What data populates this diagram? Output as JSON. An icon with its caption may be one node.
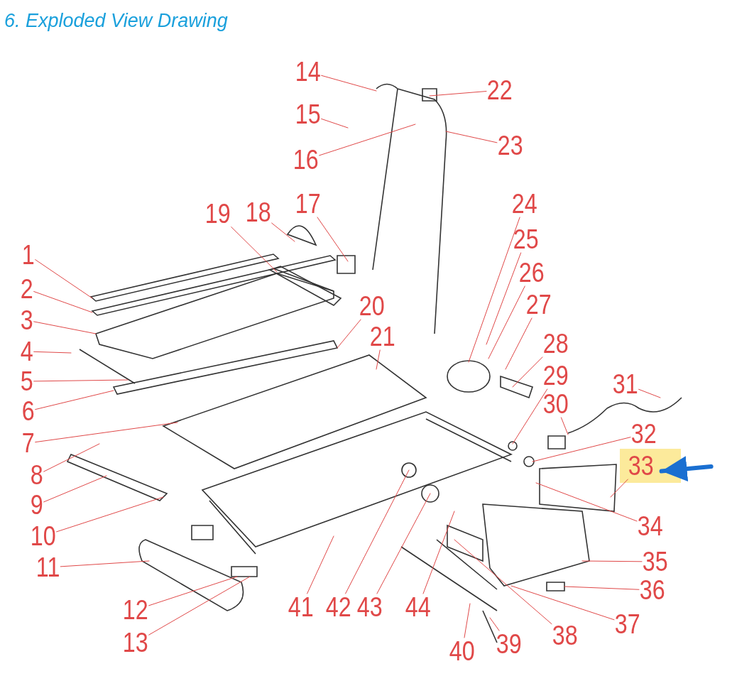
{
  "diagram": {
    "title": "6. Exploded View Drawing",
    "nodes": [
      {
        "text": [
          "1"
        ]
      },
      {
        "text": [
          "2"
        ]
      },
      {
        "text": [
          "3"
        ]
      },
      {
        "text": [
          "4"
        ]
      },
      {
        "text": [
          "5"
        ]
      },
      {
        "text": [
          "6"
        ]
      },
      {
        "text": [
          "7"
        ]
      },
      {
        "text": [
          "8"
        ]
      },
      {
        "text": [
          "9"
        ]
      },
      {
        "text": [
          "10"
        ]
      },
      {
        "text": [
          "11"
        ]
      },
      {
        "text": [
          "12"
        ]
      },
      {
        "text": [
          "13"
        ]
      },
      {
        "text": [
          "14"
        ]
      },
      {
        "text": [
          "15"
        ]
      },
      {
        "text": [
          "16"
        ]
      },
      {
        "text": [
          "17"
        ]
      },
      {
        "text": [
          "18"
        ]
      },
      {
        "text": [
          "19"
        ]
      },
      {
        "text": [
          "20"
        ]
      },
      {
        "text": [
          "21"
        ]
      },
      {
        "text": [
          "22"
        ]
      },
      {
        "text": [
          "23"
        ]
      },
      {
        "text": [
          "24"
        ]
      },
      {
        "text": [
          "25"
        ]
      },
      {
        "text": [
          "26"
        ]
      },
      {
        "text": [
          "27"
        ]
      },
      {
        "text": [
          "28"
        ]
      },
      {
        "text": [
          "29"
        ]
      },
      {
        "text": [
          "30"
        ]
      },
      {
        "text": [
          "31"
        ]
      },
      {
        "text": [
          "32"
        ]
      },
      {
        "text": [
          "33"
        ]
      },
      {
        "text": [
          "34"
        ]
      },
      {
        "text": [
          "35"
        ]
      },
      {
        "text": [
          "36"
        ]
      },
      {
        "text": [
          "37"
        ]
      },
      {
        "text": [
          "38"
        ]
      },
      {
        "text": [
          "39"
        ]
      },
      {
        "text": [
          "40"
        ]
      },
      {
        "text": [
          "41"
        ]
      },
      {
        "text": [
          "42"
        ]
      },
      {
        "text": [
          "43"
        ]
      },
      {
        "text": [
          "44"
        ]
      }
    ],
    "edges": [
      {
        "from": 0,
        "to": null,
        "arrow": "none"
      },
      {
        "from": 1,
        "to": null,
        "arrow": "none"
      },
      {
        "from": 2,
        "to": null,
        "arrow": "none"
      },
      {
        "from": 3,
        "to": null,
        "arrow": "none"
      },
      {
        "from": 4,
        "to": null,
        "arrow": "none"
      },
      {
        "from": 5,
        "to": null,
        "arrow": "none"
      },
      {
        "from": 6,
        "to": null,
        "arrow": "none"
      },
      {
        "from": 7,
        "to": null,
        "arrow": "none"
      },
      {
        "from": 8,
        "to": null,
        "arrow": "none"
      },
      {
        "from": 9,
        "to": null,
        "arrow": "none"
      },
      {
        "from": 10,
        "to": null,
        "arrow": "none"
      },
      {
        "from": 11,
        "to": null,
        "arrow": "none"
      },
      {
        "from": 12,
        "to": null,
        "arrow": "none"
      },
      {
        "from": 13,
        "to": null,
        "arrow": "none"
      },
      {
        "from": 14,
        "to": null,
        "arrow": "none"
      },
      {
        "from": 15,
        "to": null,
        "arrow": "none"
      },
      {
        "from": 16,
        "to": null,
        "arrow": "none"
      },
      {
        "from": 17,
        "to": null,
        "arrow": "none"
      },
      {
        "from": 18,
        "to": null,
        "arrow": "none"
      },
      {
        "from": 19,
        "to": null,
        "arrow": "none"
      },
      {
        "from": 20,
        "to": null,
        "arrow": "none"
      },
      {
        "from": 21,
        "to": null,
        "arrow": "none"
      },
      {
        "from": 22,
        "to": null,
        "arrow": "none"
      },
      {
        "from": 23,
        "to": null,
        "arrow": "none"
      },
      {
        "from": 24,
        "to": null,
        "arrow": "none"
      },
      {
        "from": 25,
        "to": null,
        "arrow": "none"
      },
      {
        "from": 26,
        "to": null,
        "arrow": "none"
      },
      {
        "from": 27,
        "to": null,
        "arrow": "none"
      },
      {
        "from": 28,
        "to": null,
        "arrow": "none"
      },
      {
        "from": 29,
        "to": null,
        "arrow": "none"
      },
      {
        "from": 30,
        "to": null,
        "arrow": "none"
      },
      {
        "from": 31,
        "to": null,
        "arrow": "none"
      },
      {
        "from": 32,
        "to": null,
        "arrow": "none"
      },
      {
        "from": 33,
        "to": null,
        "arrow": "none"
      },
      {
        "from": 34,
        "to": null,
        "arrow": "none"
      },
      {
        "from": 35,
        "to": null,
        "arrow": "none"
      },
      {
        "from": 36,
        "to": null,
        "arrow": "none"
      },
      {
        "from": 37,
        "to": null,
        "arrow": "none"
      },
      {
        "from": 38,
        "to": null,
        "arrow": "none"
      },
      {
        "from": 39,
        "to": null,
        "arrow": "none"
      },
      {
        "from": 40,
        "to": null,
        "arrow": "none"
      },
      {
        "from": 41,
        "to": null,
        "arrow": "none"
      },
      {
        "from": 42,
        "to": null,
        "arrow": "none"
      },
      {
        "from": 43,
        "to": null,
        "arrow": "none"
      },
      {
        "from": null,
        "to": 32,
        "arrow": "to",
        "style": "thick",
        "color": "#1a6fd1"
      }
    ]
  }
}
